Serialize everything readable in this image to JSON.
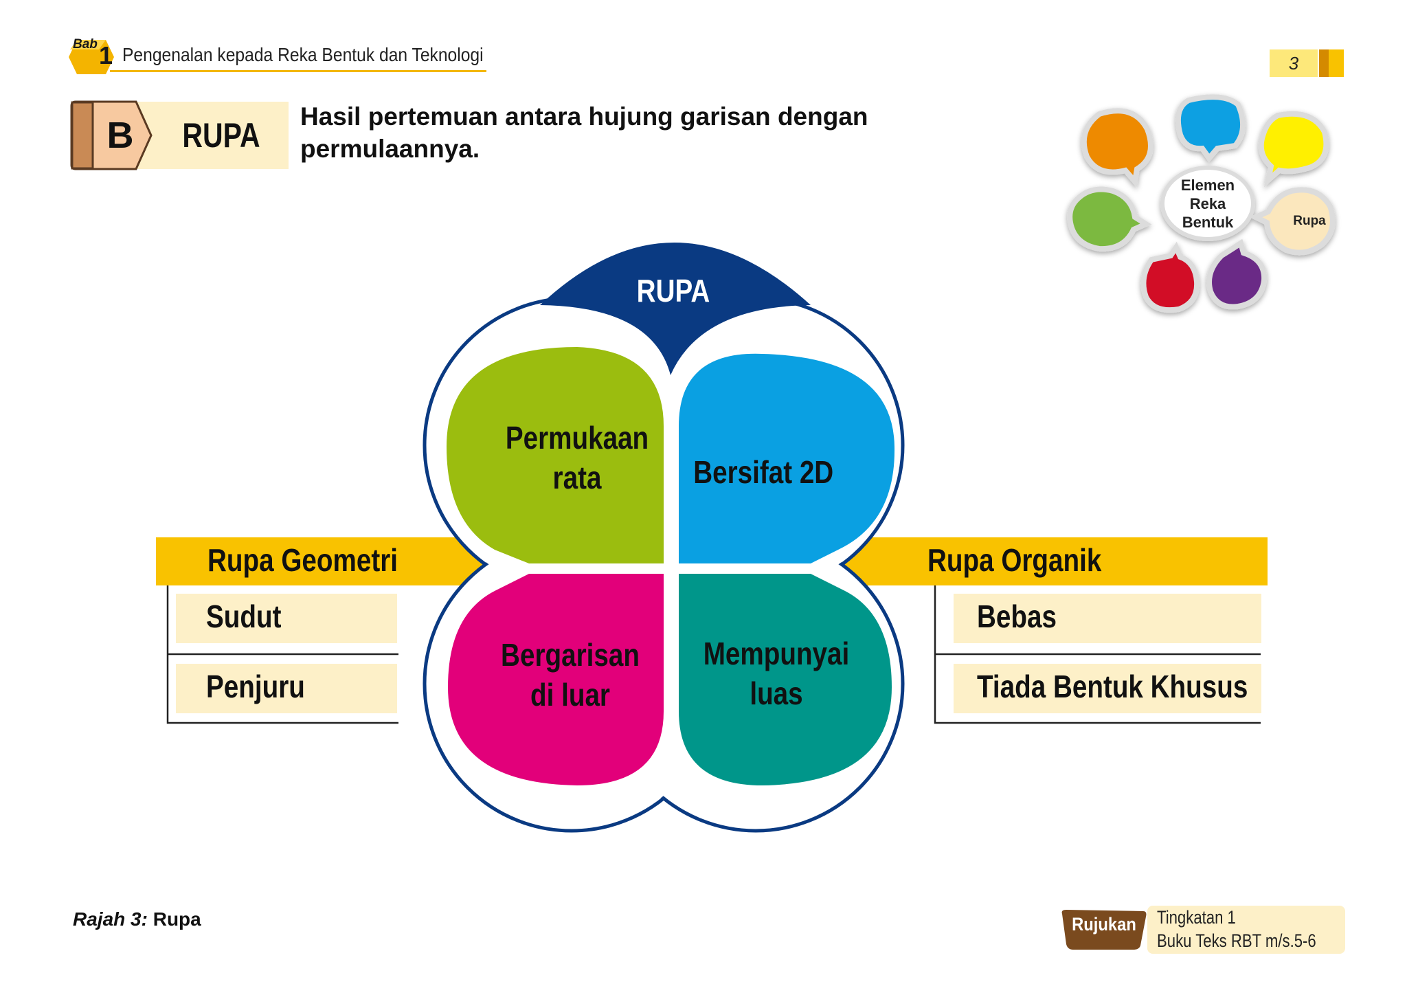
{
  "header": {
    "bab_word": "Bab",
    "bab_number": "1",
    "chapter_title": "Pengenalan kepada Reka Bentuk dan Teknologi",
    "page_number": "3"
  },
  "section": {
    "letter": "B",
    "name": "RUPA",
    "definition": "Hasil pertemuan antara hujung garisan dengan permulaannya."
  },
  "wheel": {
    "center_label": "Elemen Reka Bentuk",
    "highlight_label": "Rupa",
    "bubble_colors": [
      "#ee8a00",
      "#0aa0e2",
      "#fff000",
      "#fbe7bd",
      "#6a2a86",
      "#d20b25",
      "#7cb93f"
    ]
  },
  "diagram": {
    "title": "RUPA",
    "petals": [
      {
        "label": "Permukaan rata",
        "color": "#9bbd0f"
      },
      {
        "label": "Bersifat 2D",
        "color": "#0aa0e2"
      },
      {
        "label": "Bergarisan di luar",
        "color": "#e2007a"
      },
      {
        "label": "Mempunyai luas",
        "color": "#00968a"
      }
    ],
    "geometric": {
      "title": "Rupa Geometri",
      "items": [
        "Sudut",
        "Penjuru"
      ]
    },
    "organic": {
      "title": "Rupa Organik",
      "items": [
        "Bebas",
        "Tiada Bentuk Khusus"
      ]
    }
  },
  "caption": {
    "label": "Rajah 3:",
    "text": "Rupa"
  },
  "reference": {
    "badge": "Rujukan",
    "line1": "Tingkatan 1",
    "line2": "Buku Teks RBT m/s.5-6"
  },
  "colors": {
    "accent_yellow": "#f9c200",
    "navy": "#0a3a82",
    "cream": "#fdf0c8"
  }
}
